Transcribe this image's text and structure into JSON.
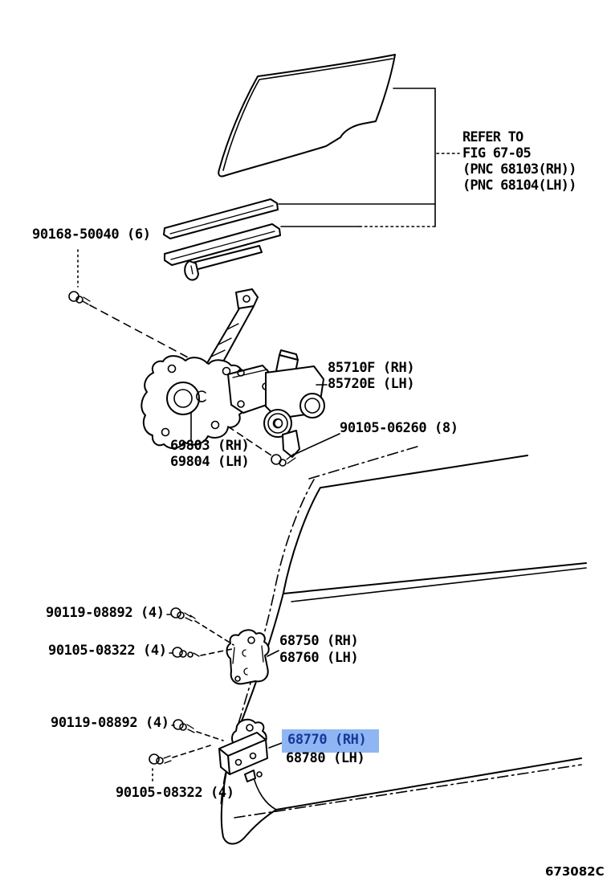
{
  "colors": {
    "line": "#000000",
    "highlight_bg": "#8fb6f2",
    "highlight_text": "#17389b"
  },
  "refer_note": {
    "line1": "REFER TO",
    "line2": "FIG 67-05",
    "line3": "(PNC 68103(RH))",
    "line4": "(PNC 68104(LH))"
  },
  "labels": {
    "glass_clip": "90168-50040 (6)",
    "motor_rh": "85710F (RH)",
    "motor_lh": "85720E (LH)",
    "motor_screw": "90105-06260 (8)",
    "regulator_rh": "69803 (RH)",
    "regulator_lh": "69804 (LH)",
    "upper_hinge_bolt": "90119-08892 (4)",
    "upper_hinge_bolt2": "90105-08322 (4)",
    "upper_hinge_rh": "68750 (RH)",
    "upper_hinge_lh": "68760 (LH)",
    "lower_hinge_bolt": "90119-08892 (4)",
    "lower_hinge_rh": "68770 (RH)",
    "lower_hinge_lh": "68780 (LH)",
    "lower_hinge_bolt2": "90105-08322 (4)",
    "diagram_code": "673082C"
  }
}
